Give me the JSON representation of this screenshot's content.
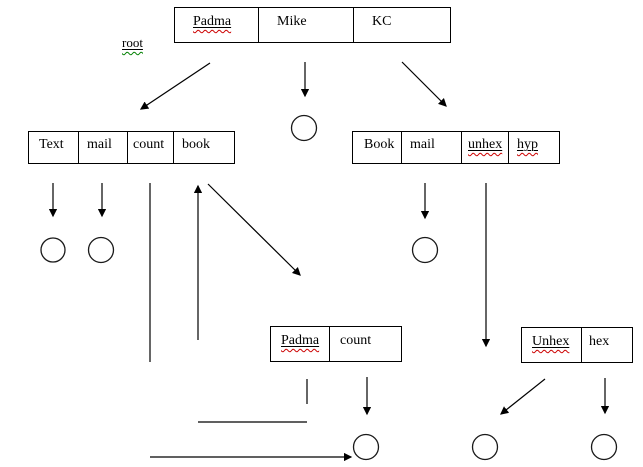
{
  "labels": {
    "root_pointer": "root"
  },
  "nodes": {
    "root": {
      "cells": [
        {
          "label": "Padma"
        },
        {
          "label": "Mike"
        },
        {
          "label": "KC"
        }
      ]
    },
    "left_internal": {
      "cells": [
        {
          "label": "Text"
        },
        {
          "label": "mail"
        },
        {
          "label": "count"
        },
        {
          "label": "book"
        }
      ]
    },
    "right_internal": {
      "cells": [
        {
          "label": "Book"
        },
        {
          "label": "mail"
        },
        {
          "label": "unhex"
        },
        {
          "label": "hyp"
        }
      ]
    },
    "middle_leaf": {
      "cells": [
        {
          "label": "Padma"
        },
        {
          "label": "count"
        }
      ]
    },
    "bottom_right_leaf": {
      "cells": [
        {
          "label": "Unhex"
        },
        {
          "label": "hex"
        }
      ]
    }
  },
  "icons": {
    "record_circle": "empty-circle-record-pointer",
    "arrowhead": "solid-black-triangle"
  },
  "colors": {
    "line": "#000000",
    "box_border": "#000000",
    "spellcheck_red": "#cc0000",
    "grammar_green": "#008000",
    "background": "#ffffff"
  }
}
